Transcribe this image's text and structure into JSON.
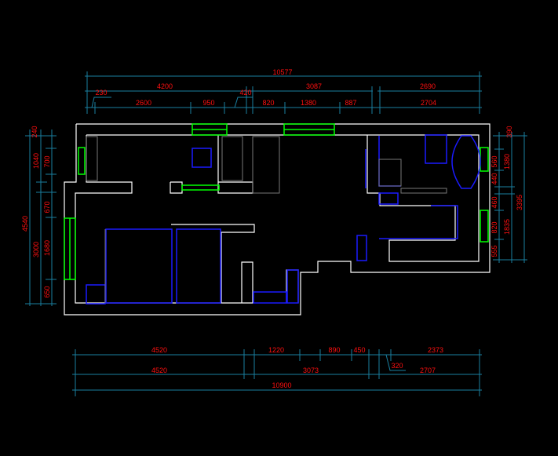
{
  "drawing": {
    "top_dims": {
      "overall": "10577",
      "row2": [
        "4200",
        "3087",
        "2690"
      ],
      "row3": [
        "2600",
        "950",
        "820",
        "1380",
        "887",
        "2704"
      ],
      "leaders": [
        "230",
        "420"
      ]
    },
    "bottom_dims": {
      "row1": [
        "4520",
        "1220",
        "890",
        "450",
        "2373"
      ],
      "row2": [
        "4520",
        "3073",
        "2707"
      ],
      "overall": "10900",
      "leader": "320"
    },
    "left_dims": {
      "overall": "4540",
      "mid": [
        "1040",
        "3000"
      ],
      "inner": [
        "240",
        "700",
        "670",
        "1680",
        "650"
      ]
    },
    "right_dims": {
      "overall": "3395",
      "mid": [
        "1380",
        "1835"
      ],
      "inner": [
        "390",
        "560",
        "440",
        "460",
        "820",
        "555"
      ]
    },
    "colors": {
      "background": "#000000",
      "dimension": "#1a7fa0",
      "text": "#ff1010",
      "wall": "#ffffff",
      "furniture": "#1a1aff",
      "window": "#00ff00"
    }
  }
}
